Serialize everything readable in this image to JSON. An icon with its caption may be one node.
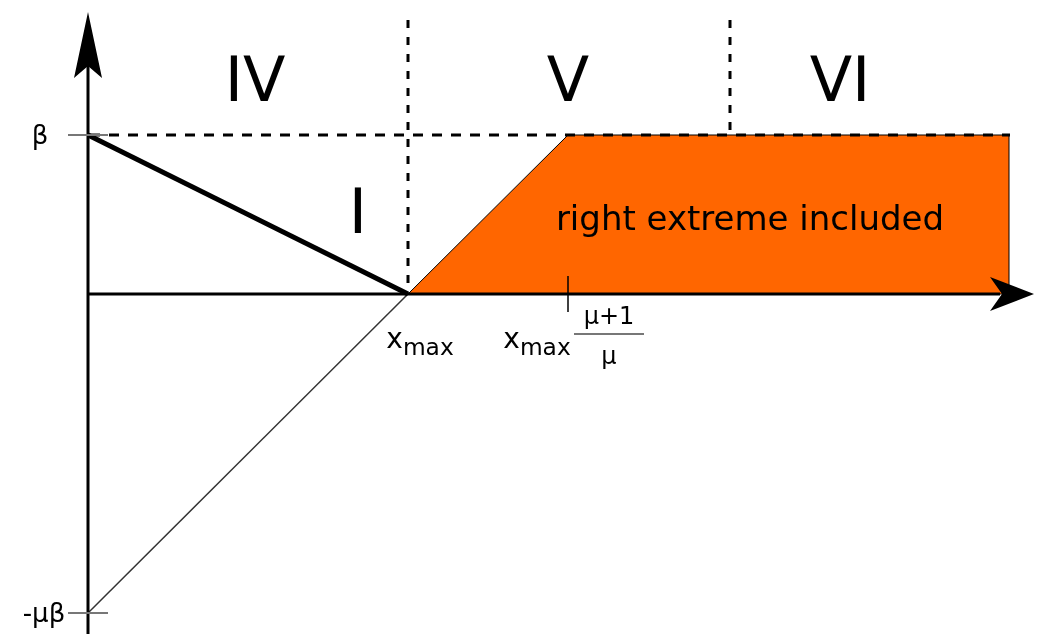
{
  "diagram": {
    "labels": [
      "IV",
      "V",
      "VI",
      "β",
      "I",
      "right extreme included",
      "x$_{max}$",
      "x$_{max}$",
      "μ+1",
      "μ",
      "-μβ"
    ]
  }
}
